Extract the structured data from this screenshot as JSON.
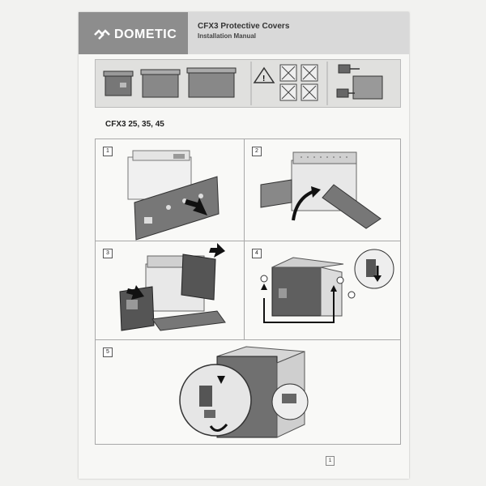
{
  "header": {
    "brand": "DOMETIC",
    "title": "CFX3 Protective Covers",
    "subtitle": "Installation Manual"
  },
  "section": {
    "title": "CFX3 25, 35, 45"
  },
  "steps": [
    {
      "number": "1"
    },
    {
      "number": "2"
    },
    {
      "number": "3"
    },
    {
      "number": "4"
    },
    {
      "number": "5"
    }
  ],
  "page": {
    "number": "1"
  },
  "icons": [
    "dometic-logo-icon",
    "warning-icon",
    "no-wash-icon",
    "no-flame-icon",
    "no-sharp-icon",
    "no-stack-icon",
    "arrow-icon"
  ],
  "colors": {
    "header_dark": "#8d8d8d",
    "header_light": "#d9d9d9",
    "cover": "#6b6b6b"
  }
}
